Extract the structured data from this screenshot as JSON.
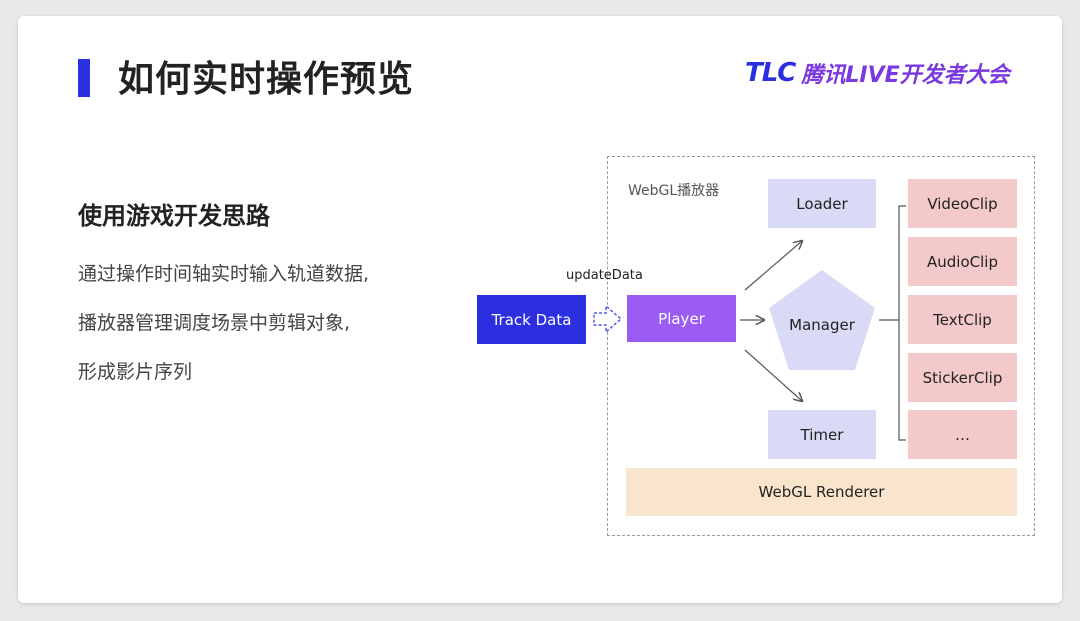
{
  "slide": {
    "title": "如何实时操作预览",
    "logo_mark": "TLC",
    "logo_text": "腾讯LIVE开发者大会",
    "subtitle": "使用游戏开发思路",
    "description_lines": [
      "通过操作时间轴实时输入轨道数据,",
      "播放器管理调度场景中剪辑对象,",
      "形成影片序列"
    ]
  },
  "diagram": {
    "frame_label": "WebGL播放器",
    "track_data": "Track Data",
    "edge_label": "updateData",
    "player": "Player",
    "loader": "Loader",
    "manager": "Manager",
    "timer": "Timer",
    "clips": [
      "VideoClip",
      "AudioClip",
      "TextClip",
      "StickerClip",
      "…"
    ],
    "renderer": "WebGL Renderer",
    "colors": {
      "accent": "#2b2fe0",
      "player": "#9a5cf3",
      "lavender": "#d9daf6",
      "clip": "#f3c9c9",
      "renderer": "#f9e4cd"
    }
  }
}
